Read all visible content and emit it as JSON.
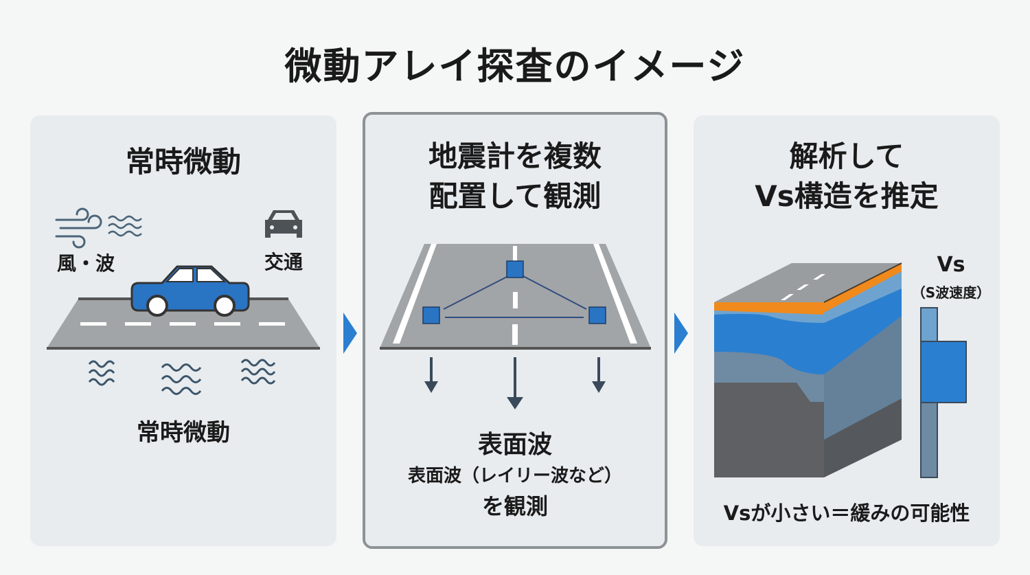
{
  "title": "微動アレイ探査のイメージ",
  "panels": [
    {
      "heading": "常時微動",
      "labels": {
        "wind_wave": "風・波",
        "traffic": "交通",
        "footer": "常時微動"
      }
    },
    {
      "heading_line1": "地震計を複数",
      "heading_line2": "配置して観測",
      "wave_title": "表面波",
      "wave_desc_line1": "表面波（レイリー波など）",
      "wave_desc_line2": "を観測"
    },
    {
      "heading_line1": "解析して",
      "heading_line2": "Vs構造を推定",
      "vs_label": "Vs",
      "vs_sub": "（S波速度）",
      "footer": "Vsが小さい＝緩みの可能性"
    }
  ],
  "colors": {
    "accent_blue": "#2a7fd0",
    "road": "#9a9d9f",
    "orange": "#f08a1c",
    "panel_bg": "#e8ecef"
  }
}
